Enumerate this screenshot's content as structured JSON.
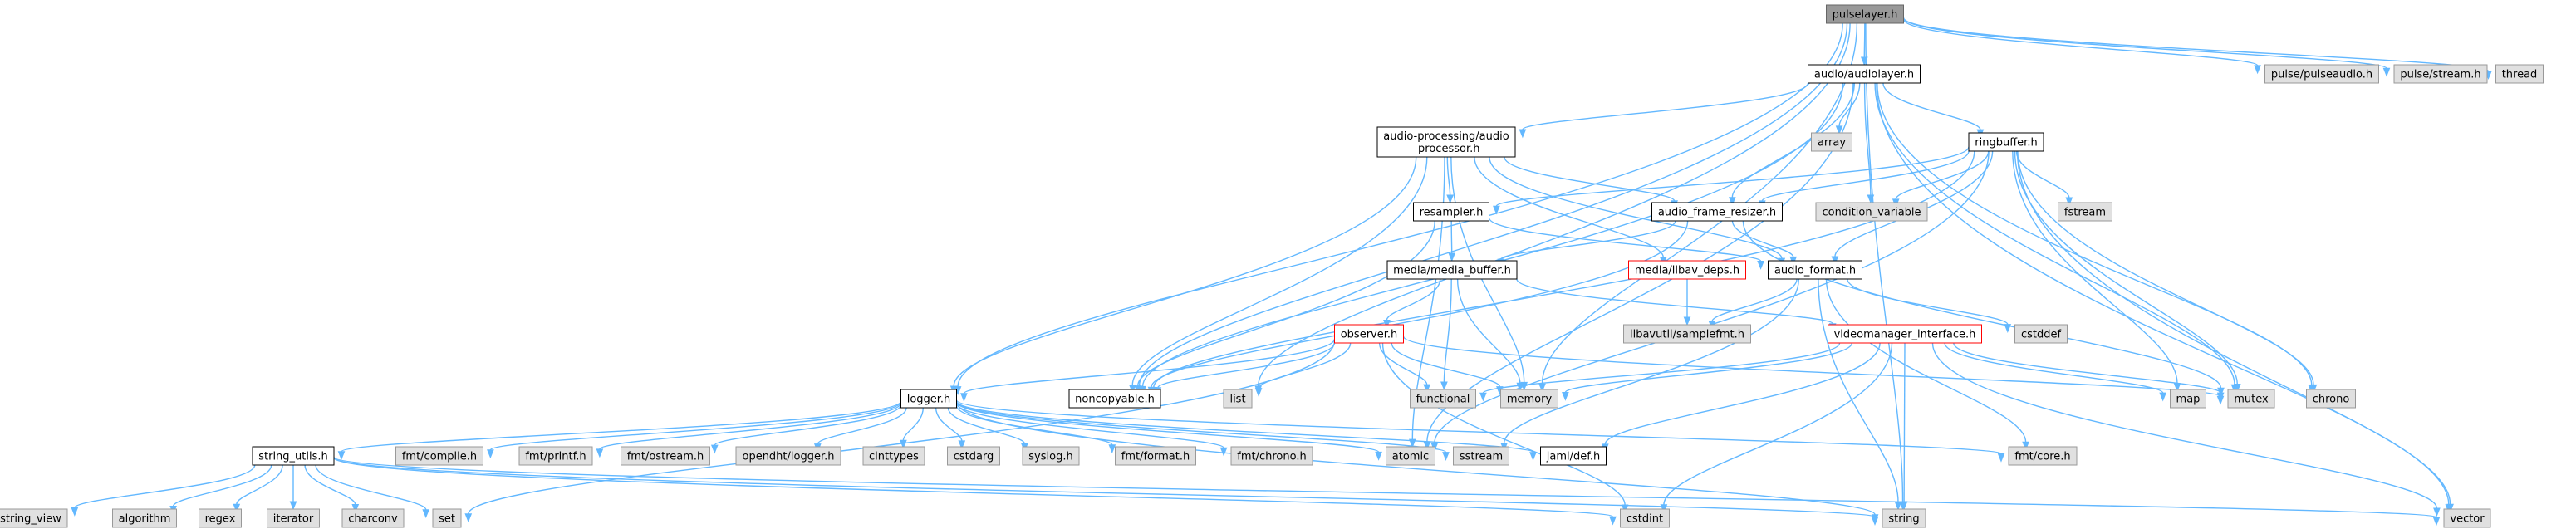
{
  "diagram": {
    "colors": {
      "edge": "#63b8ff",
      "root_fill": "#999999",
      "external_fill": "#e0e0e0",
      "internal_fill": "#ffffff",
      "incomplete_border": "#ff0000"
    },
    "nodes": [
      {
        "id": "pulselayer_h",
        "label": "pulselayer.h",
        "kind": "root"
      },
      {
        "id": "audio_audiolayer_h",
        "label": "audio/audiolayer.h",
        "kind": "internal"
      },
      {
        "id": "pulse_pulseaudio_h",
        "label": "pulse/pulseaudio.h",
        "kind": "external"
      },
      {
        "id": "pulse_stream_h",
        "label": "pulse/stream.h",
        "kind": "external"
      },
      {
        "id": "thread",
        "label": "thread",
        "kind": "external"
      },
      {
        "id": "audio_processor_h",
        "label": [
          "audio-processing/audio",
          "_processor.h"
        ],
        "kind": "internal"
      },
      {
        "id": "array",
        "label": "array",
        "kind": "external"
      },
      {
        "id": "ringbuffer_h",
        "label": "ringbuffer.h",
        "kind": "internal"
      },
      {
        "id": "resampler_h",
        "label": "resampler.h",
        "kind": "internal"
      },
      {
        "id": "audio_frame_resizer_h",
        "label": "audio_frame_resizer.h",
        "kind": "internal"
      },
      {
        "id": "condition_variable",
        "label": "condition_variable",
        "kind": "external"
      },
      {
        "id": "fstream",
        "label": "fstream",
        "kind": "external"
      },
      {
        "id": "media_libav_deps_h",
        "label": "media/libav_deps.h",
        "kind": "incomplete"
      },
      {
        "id": "media_media_buffer_h",
        "label": "media/media_buffer.h",
        "kind": "internal"
      },
      {
        "id": "audio_format_h",
        "label": "audio_format.h",
        "kind": "internal"
      },
      {
        "id": "libavutil_samplefmt_h",
        "label": "libavutil/samplefmt.h",
        "kind": "external"
      },
      {
        "id": "cstddef",
        "label": "cstddef",
        "kind": "external"
      },
      {
        "id": "observer_h",
        "label": "observer.h",
        "kind": "incomplete"
      },
      {
        "id": "videomanager_interface_h",
        "label": "videomanager_interface.h",
        "kind": "incomplete"
      },
      {
        "id": "logger_h",
        "label": "logger.h",
        "kind": "internal"
      },
      {
        "id": "noncopyable_h",
        "label": "noncopyable.h",
        "kind": "internal"
      },
      {
        "id": "list",
        "label": "list",
        "kind": "external"
      },
      {
        "id": "functional",
        "label": "functional",
        "kind": "external"
      },
      {
        "id": "memory",
        "label": "memory",
        "kind": "external"
      },
      {
        "id": "map",
        "label": "map",
        "kind": "external"
      },
      {
        "id": "mutex",
        "label": "mutex",
        "kind": "external"
      },
      {
        "id": "chrono",
        "label": "chrono",
        "kind": "external"
      },
      {
        "id": "string_utils_h",
        "label": "string_utils.h",
        "kind": "internal"
      },
      {
        "id": "fmt_compile_h",
        "label": "fmt/compile.h",
        "kind": "external"
      },
      {
        "id": "fmt_printf_h",
        "label": "fmt/printf.h",
        "kind": "external"
      },
      {
        "id": "fmt_ostream_h",
        "label": "fmt/ostream.h",
        "kind": "external"
      },
      {
        "id": "opendht_logger_h",
        "label": "opendht/logger.h",
        "kind": "external"
      },
      {
        "id": "cinttypes",
        "label": "cinttypes",
        "kind": "external"
      },
      {
        "id": "cstdarg",
        "label": "cstdarg",
        "kind": "external"
      },
      {
        "id": "syslog_h",
        "label": "syslog.h",
        "kind": "external"
      },
      {
        "id": "fmt_format_h",
        "label": "fmt/format.h",
        "kind": "external"
      },
      {
        "id": "fmt_chrono_h",
        "label": "fmt/chrono.h",
        "kind": "external"
      },
      {
        "id": "atomic",
        "label": "atomic",
        "kind": "external"
      },
      {
        "id": "sstream",
        "label": "sstream",
        "kind": "external"
      },
      {
        "id": "jami_def_h",
        "label": "jami/def.h",
        "kind": "internal"
      },
      {
        "id": "fmt_core_h",
        "label": "fmt/core.h",
        "kind": "external"
      },
      {
        "id": "string_view",
        "label": "string_view",
        "kind": "external"
      },
      {
        "id": "algorithm",
        "label": "algorithm",
        "kind": "external"
      },
      {
        "id": "regex",
        "label": "regex",
        "kind": "external"
      },
      {
        "id": "iterator",
        "label": "iterator",
        "kind": "external"
      },
      {
        "id": "charconv",
        "label": "charconv",
        "kind": "external"
      },
      {
        "id": "set",
        "label": "set",
        "kind": "external"
      },
      {
        "id": "cstdint",
        "label": "cstdint",
        "kind": "external"
      },
      {
        "id": "string",
        "label": "string",
        "kind": "external"
      },
      {
        "id": "vector",
        "label": "vector",
        "kind": "external"
      }
    ],
    "edges": [
      [
        "pulselayer_h",
        "audio_audiolayer_h"
      ],
      [
        "pulselayer_h",
        "pulse_pulseaudio_h"
      ],
      [
        "pulselayer_h",
        "pulse_stream_h"
      ],
      [
        "pulselayer_h",
        "thread"
      ],
      [
        "pulselayer_h",
        "logger_h"
      ],
      [
        "pulselayer_h",
        "noncopyable_h"
      ],
      [
        "pulselayer_h",
        "list"
      ],
      [
        "pulselayer_h",
        "memory"
      ],
      [
        "pulselayer_h",
        "string"
      ],
      [
        "audio_audiolayer_h",
        "audio_processor_h"
      ],
      [
        "audio_audiolayer_h",
        "array"
      ],
      [
        "audio_audiolayer_h",
        "ringbuffer_h"
      ],
      [
        "audio_audiolayer_h",
        "audio_frame_resizer_h"
      ],
      [
        "audio_audiolayer_h",
        "condition_variable"
      ],
      [
        "audio_audiolayer_h",
        "mutex"
      ],
      [
        "audio_audiolayer_h",
        "chrono"
      ],
      [
        "audio_audiolayer_h",
        "vector"
      ],
      [
        "audio_audiolayer_h",
        "atomic"
      ],
      [
        "audio_audiolayer_h",
        "noncopyable_h"
      ],
      [
        "audio_processor_h",
        "resampler_h"
      ],
      [
        "audio_processor_h",
        "audio_frame_resizer_h"
      ],
      [
        "audio_processor_h",
        "media_libav_deps_h"
      ],
      [
        "audio_processor_h",
        "audio_format_h"
      ],
      [
        "audio_processor_h",
        "logger_h"
      ],
      [
        "audio_processor_h",
        "noncopyable_h"
      ],
      [
        "audio_processor_h",
        "memory"
      ],
      [
        "audio_processor_h",
        "atomic"
      ],
      [
        "ringbuffer_h",
        "audio_format_h"
      ],
      [
        "ringbuffer_h",
        "resampler_h"
      ],
      [
        "ringbuffer_h",
        "audio_frame_resizer_h"
      ],
      [
        "ringbuffer_h",
        "condition_variable"
      ],
      [
        "ringbuffer_h",
        "fstream"
      ],
      [
        "ringbuffer_h",
        "map"
      ],
      [
        "ringbuffer_h",
        "mutex"
      ],
      [
        "ringbuffer_h",
        "chrono"
      ],
      [
        "ringbuffer_h",
        "vector"
      ],
      [
        "ringbuffer_h",
        "noncopyable_h"
      ],
      [
        "ringbuffer_h",
        "atomic"
      ],
      [
        "resampler_h",
        "media_media_buffer_h"
      ],
      [
        "resampler_h",
        "audio_format_h"
      ],
      [
        "resampler_h",
        "noncopyable_h"
      ],
      [
        "audio_frame_resizer_h",
        "audio_format_h"
      ],
      [
        "audio_frame_resizer_h",
        "media_media_buffer_h"
      ],
      [
        "audio_frame_resizer_h",
        "mutex"
      ],
      [
        "audio_frame_resizer_h",
        "noncopyable_h"
      ],
      [
        "media_libav_deps_h",
        "libavutil_samplefmt_h"
      ],
      [
        "media_media_buffer_h",
        "observer_h"
      ],
      [
        "media_media_buffer_h",
        "videomanager_interface_h"
      ],
      [
        "media_media_buffer_h",
        "memory"
      ],
      [
        "media_media_buffer_h",
        "functional"
      ],
      [
        "audio_format_h",
        "libavutil_samplefmt_h"
      ],
      [
        "audio_format_h",
        "cstddef"
      ],
      [
        "audio_format_h",
        "fmt_core_h"
      ],
      [
        "audio_format_h",
        "sstream"
      ],
      [
        "audio_format_h",
        "string"
      ],
      [
        "observer_h",
        "logger_h"
      ],
      [
        "observer_h",
        "noncopyable_h"
      ],
      [
        "observer_h",
        "list"
      ],
      [
        "observer_h",
        "functional"
      ],
      [
        "observer_h",
        "memory"
      ],
      [
        "observer_h",
        "mutex"
      ],
      [
        "observer_h",
        "set"
      ],
      [
        "observer_h",
        "cstdint"
      ],
      [
        "videomanager_interface_h",
        "jami_def_h"
      ],
      [
        "videomanager_interface_h",
        "memory"
      ],
      [
        "videomanager_interface_h",
        "map"
      ],
      [
        "videomanager_interface_h",
        "mutex"
      ],
      [
        "videomanager_interface_h",
        "functional"
      ],
      [
        "videomanager_interface_h",
        "string"
      ],
      [
        "videomanager_interface_h",
        "vector"
      ],
      [
        "videomanager_interface_h",
        "cstdint"
      ],
      [
        "logger_h",
        "string_utils_h"
      ],
      [
        "logger_h",
        "fmt_compile_h"
      ],
      [
        "logger_h",
        "fmt_printf_h"
      ],
      [
        "logger_h",
        "fmt_ostream_h"
      ],
      [
        "logger_h",
        "opendht_logger_h"
      ],
      [
        "logger_h",
        "cinttypes"
      ],
      [
        "logger_h",
        "cstdarg"
      ],
      [
        "logger_h",
        "syslog_h"
      ],
      [
        "logger_h",
        "fmt_format_h"
      ],
      [
        "logger_h",
        "fmt_chrono_h"
      ],
      [
        "logger_h",
        "atomic"
      ],
      [
        "logger_h",
        "sstream"
      ],
      [
        "logger_h",
        "jami_def_h"
      ],
      [
        "logger_h",
        "fmt_core_h"
      ],
      [
        "logger_h",
        "string"
      ],
      [
        "string_utils_h",
        "string_view"
      ],
      [
        "string_utils_h",
        "algorithm"
      ],
      [
        "string_utils_h",
        "regex"
      ],
      [
        "string_utils_h",
        "iterator"
      ],
      [
        "string_utils_h",
        "charconv"
      ],
      [
        "string_utils_h",
        "set"
      ],
      [
        "string_utils_h",
        "cstdint"
      ],
      [
        "string_utils_h",
        "string"
      ],
      [
        "string_utils_h",
        "vector"
      ]
    ]
  }
}
